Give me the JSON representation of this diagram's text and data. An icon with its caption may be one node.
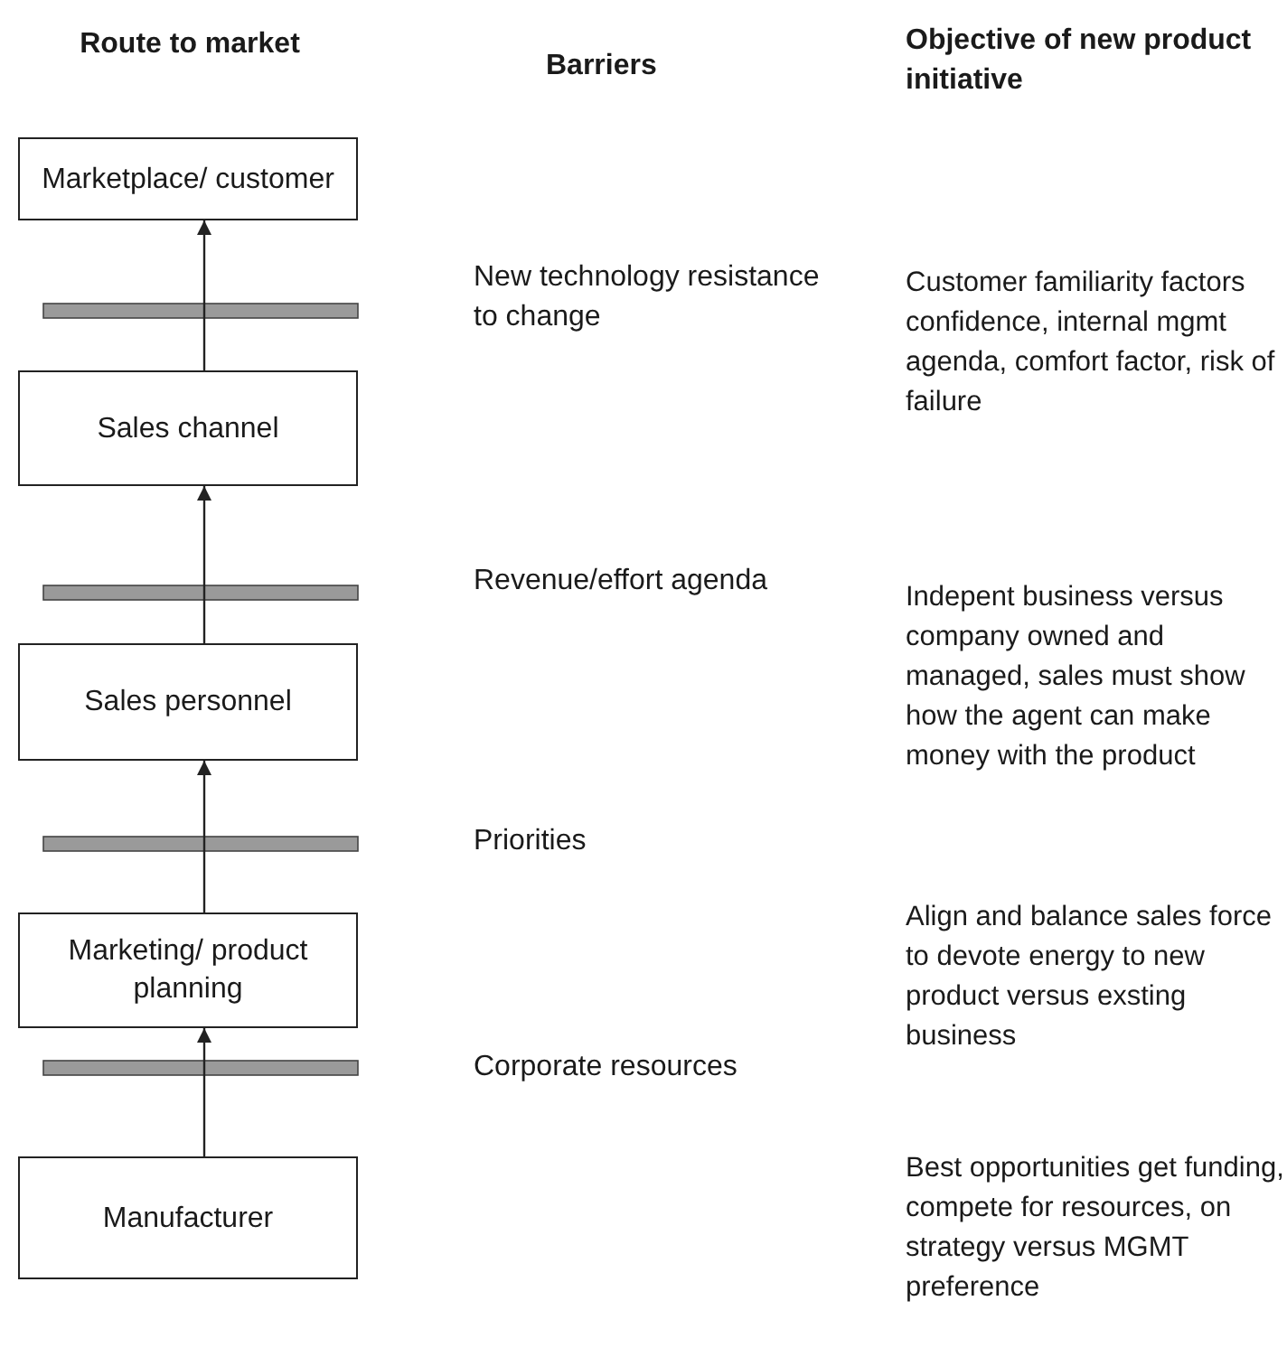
{
  "diagram": {
    "nodes": [
      {
        "text": [
          "Marketplace/ customer"
        ]
      },
      {
        "text": [
          "Sales channel"
        ]
      },
      {
        "text": [
          "Sales personnel"
        ]
      },
      {
        "text": [
          "Marketing/ product planning"
        ]
      },
      {
        "text": [
          "Manufacturer"
        ]
      }
    ],
    "edges": [
      {
        "from": 4,
        "to": 3,
        "arrow": "to"
      },
      {
        "from": 3,
        "to": 2,
        "arrow": "to"
      },
      {
        "from": 2,
        "to": 1,
        "arrow": "to"
      },
      {
        "from": 1,
        "to": 0,
        "arrow": "to"
      }
    ],
    "labels": [
      "Route to market",
      "Barriers",
      "Objective of new product initiative",
      "New technology resistance to change",
      "Customer familiarity factors confidence, internal mgmt agenda, comfort factor, risk of failure",
      "Revenue/effort agenda",
      "Indepent business versus company owned and managed, sales must show how the agent can make money with the product",
      "Priorities",
      "Align and balance sales force to devote energy to new product versus exsting business",
      "Corporate resources",
      "Best opportunities get funding, compete for resources, on strategy versus MGMT preference"
    ]
  }
}
